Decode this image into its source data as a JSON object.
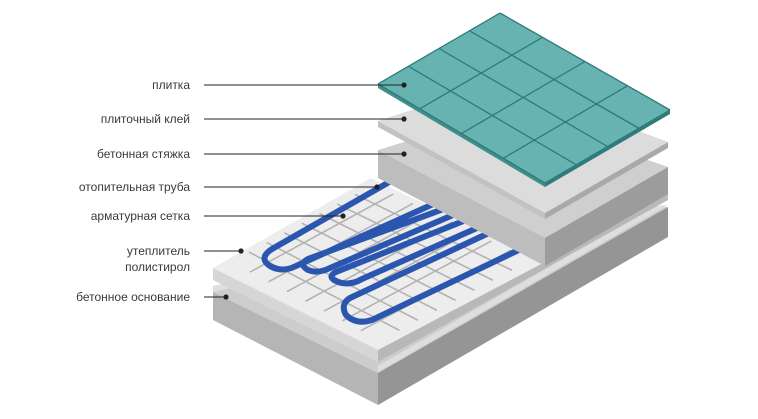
{
  "diagram": {
    "labels": {
      "tile": "плитка",
      "tile_adhesive": "плиточный клей",
      "screed": "бетонная стяжка",
      "heating_pipe": "отопительная труба",
      "mesh": "арматурная сетка",
      "insulation_line1": "утеплитель",
      "insulation_line2": "полистирол",
      "base": "бетонное основание"
    },
    "colors": {
      "tile_face": "#66b3b1",
      "tile_grout": "#2e7a78",
      "pipe": "#2b56b0",
      "mesh": "#b5b5b5",
      "insulation": "#ededed",
      "concrete_top": "#c9c9c9",
      "concrete_side": "#9a9a9a",
      "concrete_front": "#b3b3b3"
    },
    "tile_grid": {
      "rows": 4,
      "cols": 4
    }
  }
}
